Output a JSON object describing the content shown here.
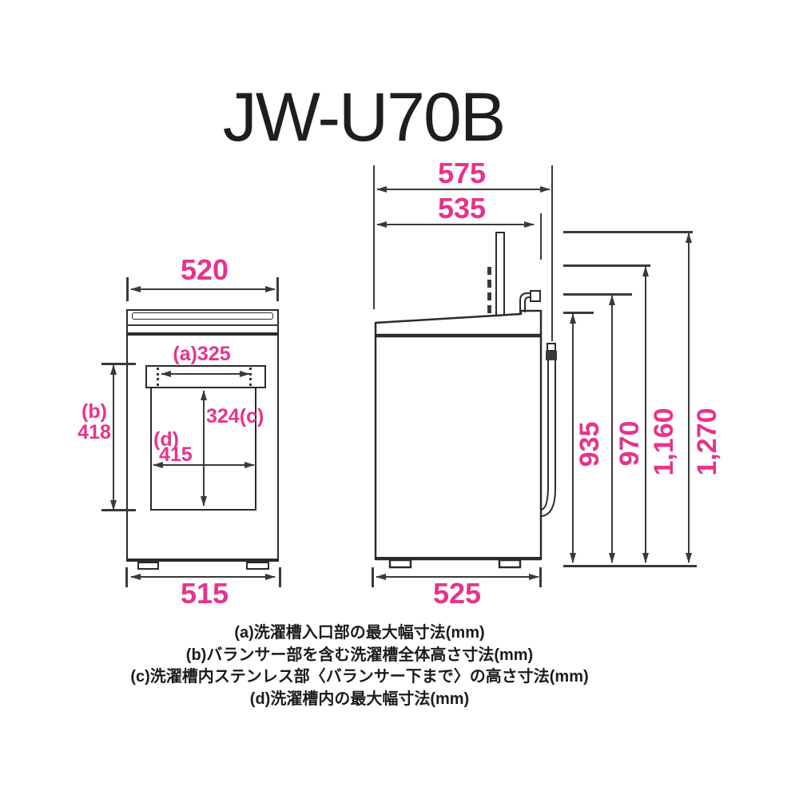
{
  "title": "JW-U70B",
  "colors": {
    "accent_pink": "#e7338c",
    "line_gray": "#3a3a3a",
    "outline_black": "#2b2b2b"
  },
  "front_view": {
    "dim_top_width": "520",
    "dim_opening_width": "(a)325",
    "dim_tub_height_label": "(b)",
    "dim_tub_height_value": "418",
    "dim_inner_height": "324(c)",
    "dim_inner_width_label": "(d)",
    "dim_inner_width_value": "415",
    "dim_bottom_width": "515"
  },
  "side_view": {
    "dim_depth_total": "575",
    "dim_depth_body": "535",
    "dim_bottom_depth": "525",
    "heights": [
      "935",
      "970",
      "1,160",
      "1,270"
    ]
  },
  "footnotes": [
    "(a)洗濯槽入口部の最大幅寸法(mm)",
    "(b)バランサー部を含む洗濯槽全体高さ寸法(mm)",
    "(c)洗濯槽内ステンレス部〈バランサー下まで〉の高さ寸法(mm)",
    "(d)洗濯槽内の最大幅寸法(mm)"
  ]
}
